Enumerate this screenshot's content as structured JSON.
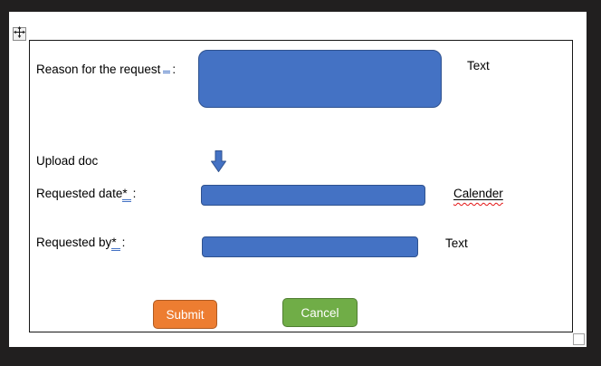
{
  "colors": {
    "outer_background": "#211F1F",
    "page_background": "#FFFFFF",
    "canvas_border": "#161616",
    "shape_blue_fill": "#4472C4",
    "shape_blue_border": "#2F528F",
    "double_underline_blue": "#4472C4",
    "submit_orange_fill": "#ED7D31",
    "submit_orange_border": "#AE5A21",
    "cancel_green_fill": "#70AD47",
    "cancel_green_border": "#507E32",
    "spellcheck_red": "#E31414"
  },
  "icons": {
    "move": {
      "name": "move-icon",
      "shape": "four-way-arrow-cross"
    },
    "down_arrow": {
      "name": "down-arrow-icon",
      "shape": "block-arrow-down"
    },
    "resize": {
      "name": "resize-handle",
      "shape": "small-square"
    }
  },
  "form": {
    "reason": {
      "label": "Reason for the request",
      "colon": ":",
      "hint": "Text"
    },
    "upload": {
      "label": "Upload doc"
    },
    "date": {
      "label": "Requested date",
      "star": "*",
      "colon": ":",
      "hint": "Calender"
    },
    "by": {
      "label": "Requested by",
      "star": "*",
      "colon": ":",
      "hint": "Text"
    },
    "buttons": {
      "submit": "Submit",
      "cancel": "Cancel"
    }
  }
}
